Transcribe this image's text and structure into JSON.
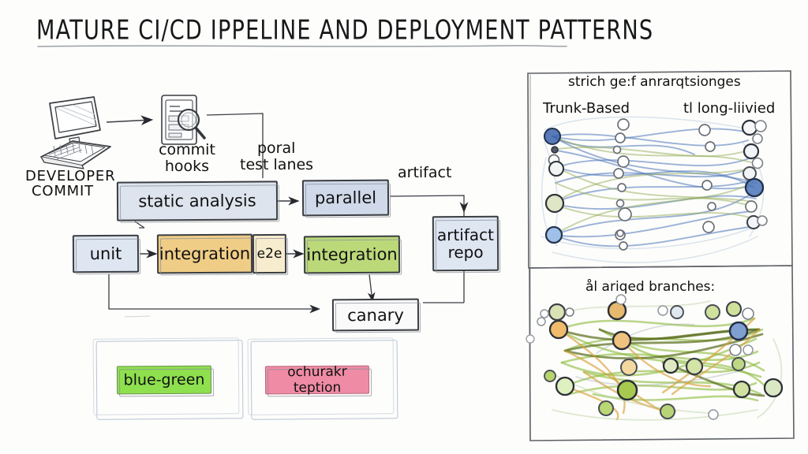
{
  "page": {
    "title": "MATURE CI/CD IPPELINE AND  DEPLOYMENT PATTERNS",
    "background": "#fdfdfb",
    "ink": "#16181a"
  },
  "left_diagram": {
    "name": "ci-cd-pipeline-flow",
    "icons": [
      {
        "id": "developer-laptop",
        "name": "laptop-icon",
        "label": "DEVELOPER\nCOMMIT"
      },
      {
        "id": "commit-hooks",
        "name": "document-magnifier-icon",
        "label": "commit\nhooks"
      }
    ],
    "labels": [
      {
        "id": "developer-commit",
        "line1": "DEVELOPER",
        "line2": "COMMIT"
      },
      {
        "id": "commit-hooks",
        "line1": "commit",
        "line2": "hooks"
      },
      {
        "id": "test-lanes",
        "line1": "poral",
        "line2": "test lanes"
      },
      {
        "id": "artifact",
        "line1": "artifact",
        "line2": ""
      }
    ],
    "nodes": [
      {
        "id": "static-analysis",
        "label": "static analysis",
        "fill": "#dde4ee"
      },
      {
        "id": "parallel",
        "label": "parallel",
        "fill": "#cfd9e9"
      },
      {
        "id": "unit",
        "label": "unit",
        "fill": "#dde6f1"
      },
      {
        "id": "integration-orange",
        "label": "integration",
        "fill": "#f0cd86"
      },
      {
        "id": "e2e",
        "label": "e2e",
        "fill": "#f7eccd"
      },
      {
        "id": "integration-green",
        "label": "integration",
        "fill": "#bcd97a"
      },
      {
        "id": "artifact-repo",
        "label": "artifact\nrepo",
        "fill": "#dee6f2"
      },
      {
        "id": "canary",
        "label": "canary",
        "fill": "#fafafa"
      },
      {
        "id": "blue-green",
        "label": "blue-green",
        "fill": "#8ee04e"
      },
      {
        "id": "ochurakr-teption",
        "label": "ochurakr teption",
        "fill": "#ef8ba4"
      }
    ]
  },
  "right_panel": {
    "name": "branching-strategy-panel",
    "top": {
      "heading": "strich ge:f anrarqtsionges",
      "left_label": "Trunk-Based",
      "right_label": "tl long-liivied",
      "graph_name": "trunk-based-branch-network"
    },
    "bottom": {
      "heading": "ål ariqed branches:",
      "graph_name": "long-lived-branch-network"
    }
  },
  "chart_data": [
    {
      "type": "scatter",
      "title": "strich ge:f anrarqtsionges",
      "subtitle": "Trunk-Based / tl long-liivied",
      "legend_position": "top",
      "grid": false,
      "series": [
        {
          "name": "trunk-edges-blue",
          "color": "#3f6bb5"
        },
        {
          "name": "trunk-edges-green",
          "color": "#9bb35a"
        }
      ],
      "nodes_left": 6,
      "nodes_mid": 9,
      "nodes_right": 9,
      "edge_count": 48
    },
    {
      "type": "scatter",
      "title": "ål ariqed branches:",
      "legend_position": "top",
      "grid": false,
      "series": [
        {
          "name": "branch-edges-green",
          "color": "#7fae32"
        },
        {
          "name": "branch-edges-olive",
          "color": "#55651f"
        },
        {
          "name": "branch-edges-orange",
          "color": "#d79a33"
        }
      ],
      "node_count": 24,
      "edge_count": 56
    }
  ]
}
